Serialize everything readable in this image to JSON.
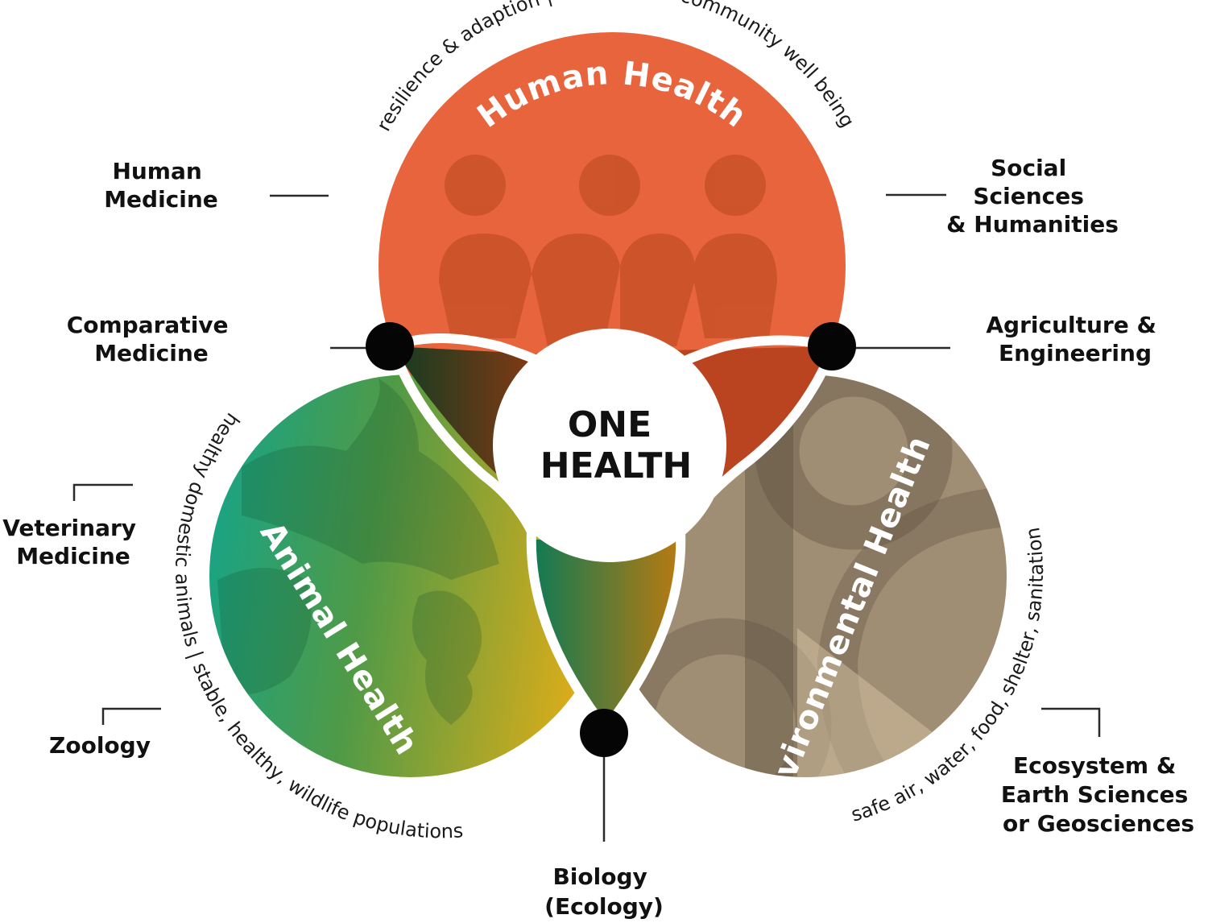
{
  "center": {
    "line1": "ONE",
    "line2": "HEALTH"
  },
  "circles": {
    "human": {
      "title": "Human Health",
      "arc_text": "resilience & adaption | individual & community well being",
      "color": "#e8643c"
    },
    "animal": {
      "title": "Animal Health",
      "arc_text": "healthy domestic animals | stable, healthy, wildlife populations",
      "color_start": "#12a58c",
      "color_end": "#d9ac1a"
    },
    "environmental": {
      "title": "Environmental Health",
      "arc_text": "safe air, water, food, shelter, sanitation",
      "color": "#a08e74"
    }
  },
  "disciplines": {
    "human_medicine": [
      "Human",
      "Medicine"
    ],
    "social_sciences": [
      "Social",
      "Sciences",
      "& Humanities"
    ],
    "comparative_medicine": [
      "Comparative",
      "Medicine"
    ],
    "agriculture_engineering": [
      "Agriculture &",
      "Engineering"
    ],
    "veterinary_medicine": [
      "Veterinary",
      "Medicine"
    ],
    "zoology": [
      "Zoology"
    ],
    "ecosystem_sciences": [
      "Ecosystem &",
      "Earth Sciences",
      "or Geosciences"
    ],
    "biology": [
      "Biology",
      "(Ecology)"
    ]
  },
  "icons": [
    "people-icon",
    "animal-silhouette-icon",
    "terrain-pattern-icon",
    "junction-dot-icon"
  ]
}
